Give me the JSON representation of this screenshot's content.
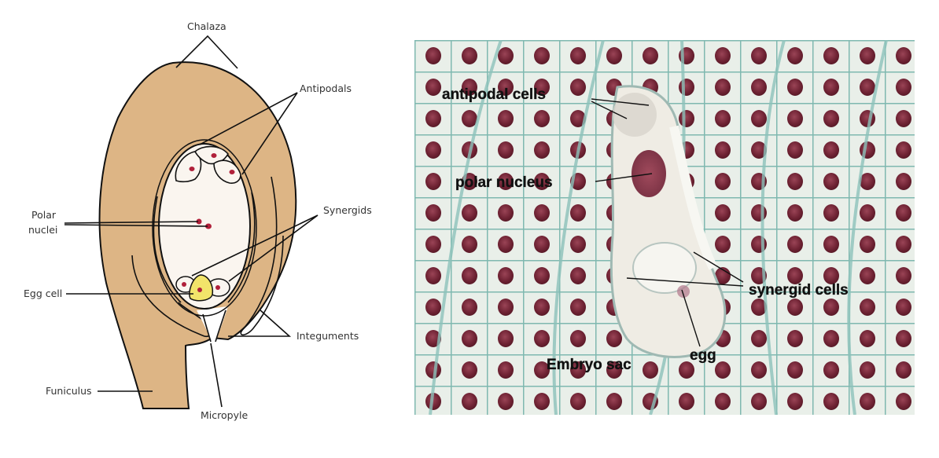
{
  "figure": {
    "left_panel": {
      "type": "labeled ovule diagram",
      "labels": {
        "chalaza": "Chalaza",
        "antipodals": "Antipodals",
        "polar_nuclei_line1": "Polar",
        "polar_nuclei_line2": "nuclei",
        "synergids": "Synergids",
        "egg_cell": "Egg cell",
        "integuments": "Integuments",
        "funiculus": "Funiculus",
        "micropyle": "Micropyle"
      },
      "colors": {
        "ovule_fill": "#DDB585",
        "embryo_sac_fill": "#FAF5EF",
        "egg_cell_fill": "#F2E46A",
        "nucleus_fill": "#B0203A",
        "outline": "#111111"
      }
    },
    "right_panel": {
      "type": "stained micrograph of embryo sac",
      "labels": {
        "antipodal_cells": "antipodal cells",
        "polar_nucleus": "polar nucleus",
        "synergid_cells": "synergid cells",
        "egg": "egg",
        "embryo_sac": "Embryo sac"
      },
      "colors": {
        "cell_wall_stain": "#7FB8B0",
        "nucleus_stain": "#7A2A3A",
        "cytoplasm": "#EDEDE6"
      }
    }
  }
}
